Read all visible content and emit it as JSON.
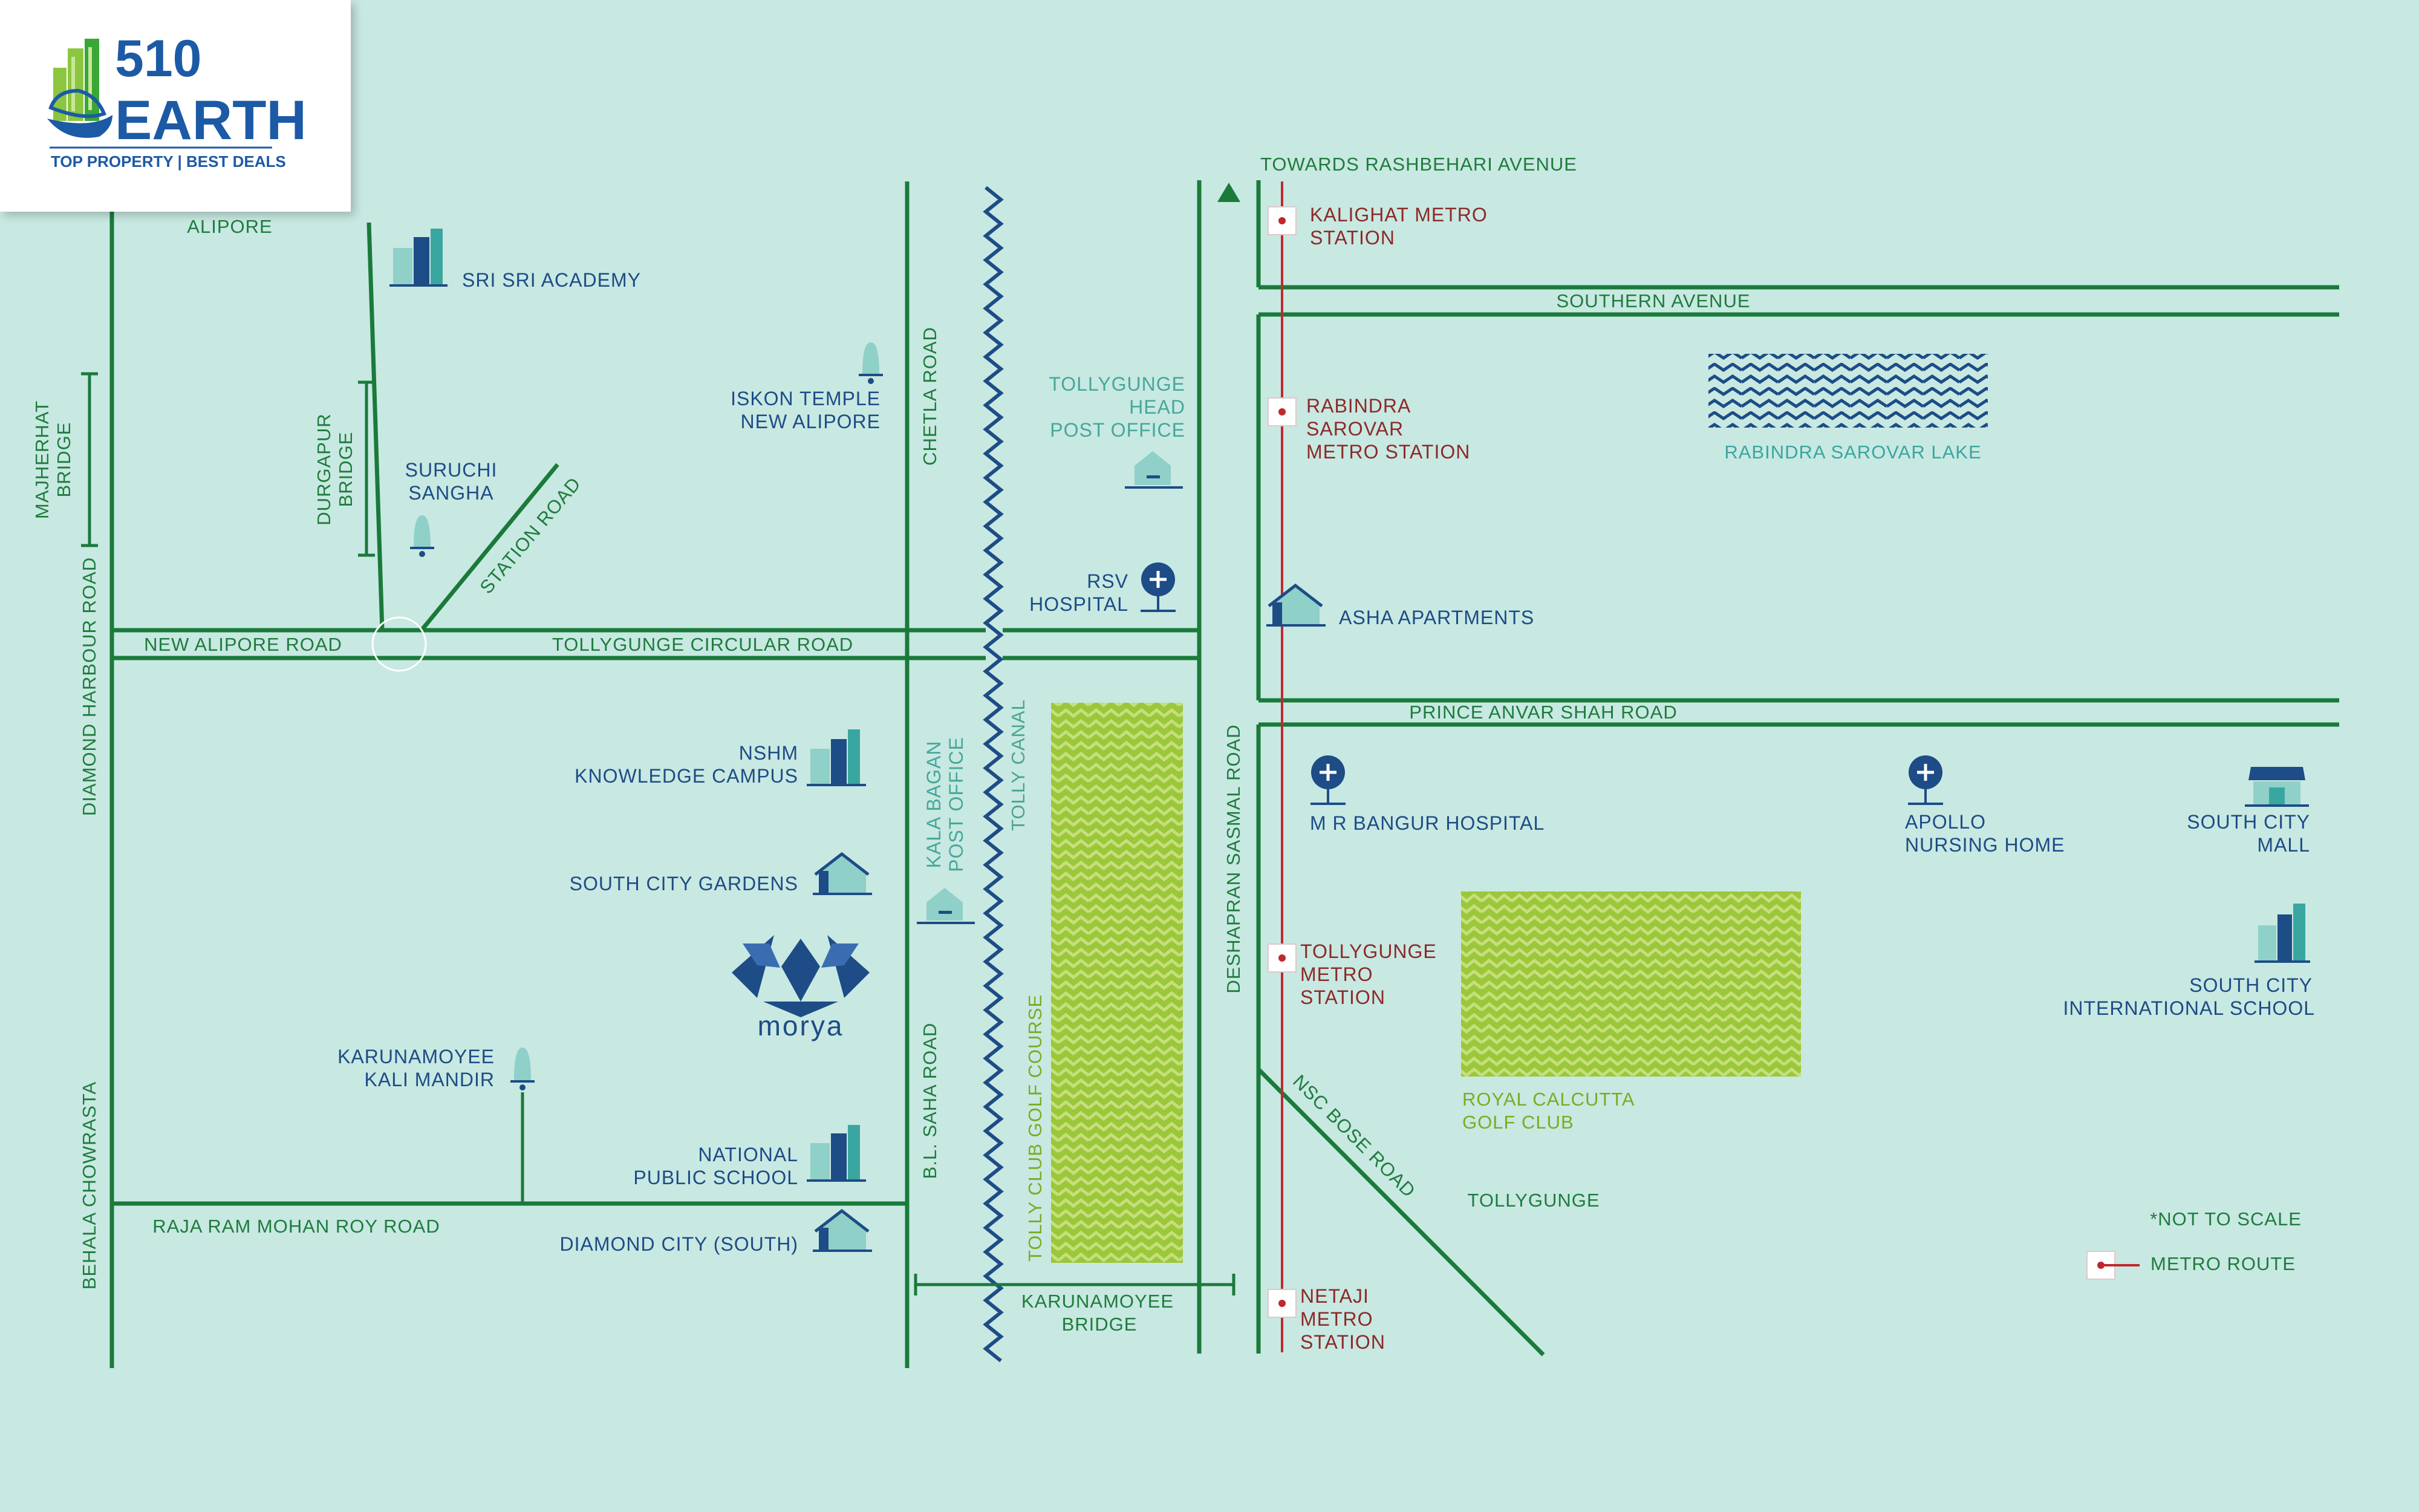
{
  "logo": {
    "number": "510",
    "word": "EARTH",
    "tagline": "TOP PROPERTY | BEST DEALS",
    "colors": {
      "blue": "#1c5aa6",
      "green": "#8cc63f"
    }
  },
  "colors": {
    "background": "#c8e8e2",
    "road": "#1a7a3a",
    "poi": "#1d4c86",
    "poi_light": "#3aa6a0",
    "metro": "#c0282d",
    "golf": "#9bc73a"
  },
  "roads": {
    "alipore": "ALIPORE",
    "majherhat_line1": "MAJHERHAT",
    "majherhat_line2": "BRIDGE",
    "durgapur_line1": "DURGAPUR",
    "durgapur_line2": "BRIDGE",
    "diamond_harbour": "DIAMOND HARBOUR ROAD",
    "behala": "BEHALA CHOWRASTA",
    "new_alipore_road": "NEW ALIPORE ROAD",
    "tollygunge_circular": "TOLLYGUNGE CIRCULAR ROAD",
    "station_road": "STATION ROAD",
    "chetla_road": "CHETLA ROAD",
    "bl_saha_road": "B.L. SAHA ROAD",
    "raja_ram_mohan_roy": "RAJA RAM MOHAN ROY ROAD",
    "towards_rashbehari": "TOWARDS RASHBEHARI AVENUE",
    "southern_avenue": "SOUTHERN AVENUE",
    "prince_anvar_shah": "PRINCE ANVAR SHAH ROAD",
    "deshapran_sasmal": "DESHAPRAN SASMAL ROAD",
    "nsc_bose": "NSC BOSE ROAD",
    "tollygunge": "TOLLYGUNGE",
    "karunamoyee_line1": "KARUNAMOYEE",
    "karunamoyee_line2": "BRIDGE"
  },
  "pois": {
    "sri_sri": "SRI SRI ACADEMY",
    "suruchi_line1": "SURUCHI",
    "suruchi_line2": "SANGHA",
    "iskon_line1": "ISKON TEMPLE",
    "iskon_line2": "NEW ALIPORE",
    "tollygunge_po_line1": "TOLLYGUNGE",
    "tollygunge_po_line2": "HEAD",
    "tollygunge_po_line3": "POST OFFICE",
    "rsv_line1": "RSV",
    "rsv_line2": "HOSPITAL",
    "asha": "ASHA APARTMENTS",
    "nshm_line1": "NSHM",
    "nshm_line2": "KNOWLEDGE CAMPUS",
    "south_city_gardens": "SOUTH CITY GARDENS",
    "kala_bagan_line1": "KALA BAGAN",
    "kala_bagan_line2": "POST OFFICE",
    "karunamoyee_kali_line1": "KARUNAMOYEE",
    "karunamoyee_kali_line2": "KALI MANDIR",
    "national_line1": "NATIONAL",
    "national_line2": "PUBLIC SCHOOL",
    "diamond_city": "DIAMOND CITY (SOUTH)",
    "mr_bangur": "M R BANGUR HOSPITAL",
    "apollo_line1": "APOLLO",
    "apollo_line2": "NURSING HOME",
    "south_city_mall_line1": "SOUTH CITY",
    "south_city_mall_line2": "MALL",
    "south_city_school_line1": "SOUTH CITY",
    "south_city_school_line2": "INTERNATIONAL SCHOOL",
    "project": "morya"
  },
  "metro": {
    "kalighat_line1": "KALIGHAT METRO",
    "kalighat_line2": "STATION",
    "rabindra_line1": "RABINDRA",
    "rabindra_line2": "SAROVAR",
    "rabindra_line3": "METRO STATION",
    "tollygunge_line1": "TOLLYGUNGE",
    "tollygunge_line2": "METRO",
    "tollygunge_line3": "STATION",
    "netaji_line1": "NETAJI",
    "netaji_line2": "METRO",
    "netaji_line3": "STATION"
  },
  "water": {
    "tolly_canal": "TOLLY CANAL",
    "rabindra_lake": "RABINDRA SAROVAR LAKE"
  },
  "green": {
    "tolly_golf": "TOLLY CLUB GOLF COURSE",
    "royal_line1": "ROYAL CALCUTTA",
    "royal_line2": "GOLF CLUB"
  },
  "legend": {
    "not_to_scale": "*NOT TO SCALE",
    "metro_route": "METRO ROUTE"
  }
}
